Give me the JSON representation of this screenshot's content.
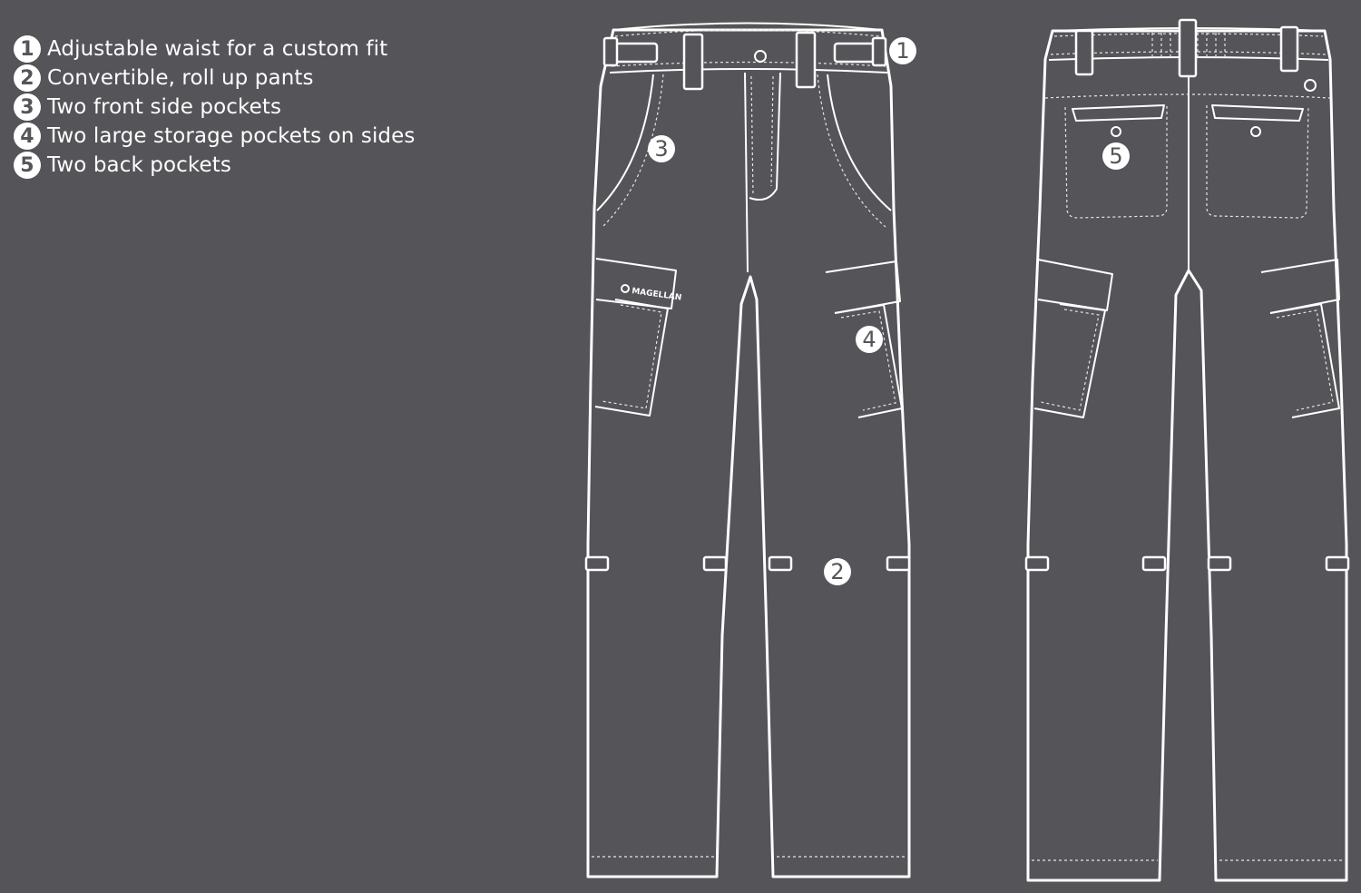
{
  "legend": [
    {
      "num": "1",
      "text": "Adjustable waist for a custom fit"
    },
    {
      "num": "2",
      "text": "Convertible, roll up pants"
    },
    {
      "num": "3",
      "text": "Two front side pockets"
    },
    {
      "num": "4",
      "text": "Two large storage pockets on sides"
    },
    {
      "num": "5",
      "text": "Two back pockets"
    }
  ],
  "callouts": {
    "waist": "1",
    "convertible": "2",
    "front_pocket": "3",
    "storage_pocket": "4",
    "back_pocket": "5"
  },
  "brand_label": "MAGELLAN",
  "colors": {
    "background": "#545459",
    "line": "#ffffff"
  }
}
